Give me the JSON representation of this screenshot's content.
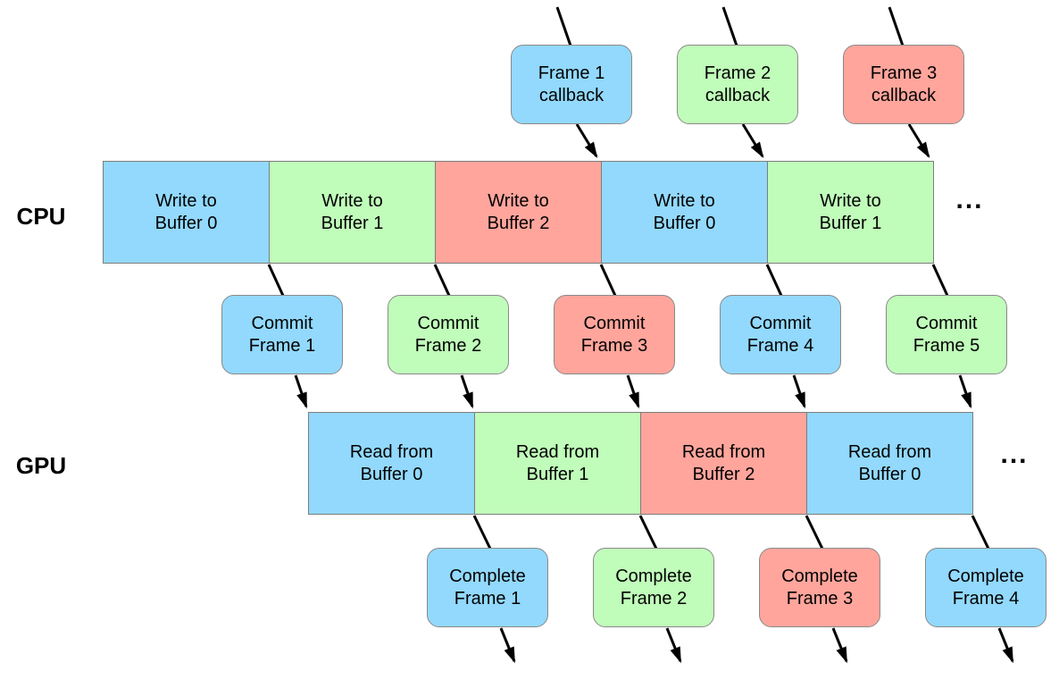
{
  "diagram": {
    "kind": "triple-buffering-timeline",
    "palette": {
      "blue": "#92d9fd",
      "green": "#c0fcba",
      "red": "#ffa59c",
      "box_border": "#8a8a8a",
      "band_border": "#7d7d7d",
      "arrow": "#000000",
      "text": "#000000",
      "background": "#ffffff"
    },
    "callback_boxes": [
      {
        "label": "Frame 1\ncallback",
        "color": "blue"
      },
      {
        "label": "Frame 2\ncallback",
        "color": "green"
      },
      {
        "label": "Frame 3\ncallback",
        "color": "red"
      }
    ],
    "cpu": {
      "label": "CPU",
      "segments": [
        {
          "label": "Write to\nBuffer 0",
          "color": "blue"
        },
        {
          "label": "Write to\nBuffer 1",
          "color": "green"
        },
        {
          "label": "Write to\nBuffer 2",
          "color": "red"
        },
        {
          "label": "Write to\nBuffer 0",
          "color": "blue"
        },
        {
          "label": "Write to\nBuffer 1",
          "color": "green"
        }
      ],
      "ellipsis": "..."
    },
    "commit_boxes": [
      {
        "label": "Commit\nFrame 1",
        "color": "blue"
      },
      {
        "label": "Commit\nFrame 2",
        "color": "green"
      },
      {
        "label": "Commit\nFrame 3",
        "color": "red"
      },
      {
        "label": "Commit\nFrame 4",
        "color": "blue"
      },
      {
        "label": "Commit\nFrame 5",
        "color": "green"
      }
    ],
    "gpu": {
      "label": "GPU",
      "segments": [
        {
          "label": "Read from\nBuffer 0",
          "color": "blue"
        },
        {
          "label": "Read from\nBuffer 1",
          "color": "green"
        },
        {
          "label": "Read from\nBuffer 2",
          "color": "red"
        },
        {
          "label": "Read from\nBuffer 0",
          "color": "blue"
        }
      ],
      "ellipsis": "..."
    },
    "complete_boxes": [
      {
        "label": "Complete\nFrame 1",
        "color": "blue"
      },
      {
        "label": "Complete\nFrame 2",
        "color": "green"
      },
      {
        "label": "Complete\nFrame 3",
        "color": "red"
      },
      {
        "label": "Complete\nFrame 4",
        "color": "blue"
      }
    ]
  }
}
